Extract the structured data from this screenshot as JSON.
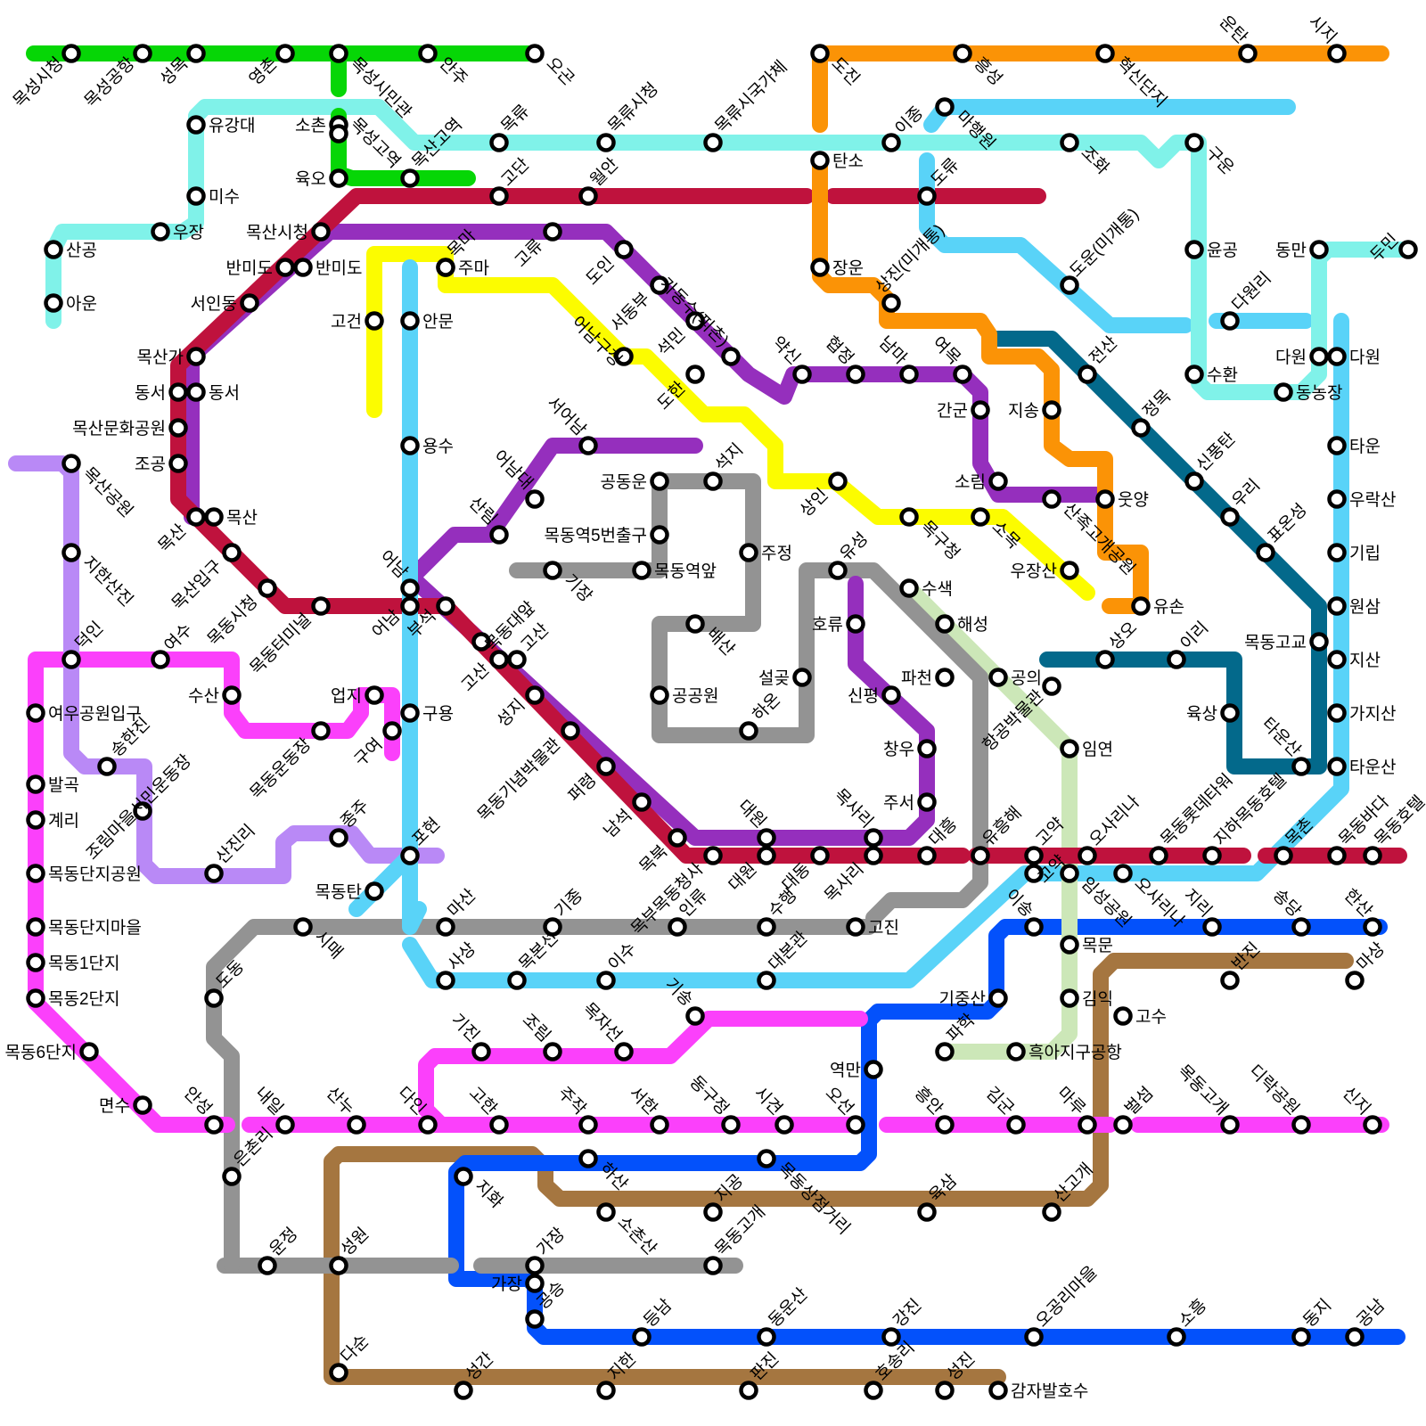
{
  "colors": {
    "green": "#06d606",
    "orange": "#fb9306",
    "cyan_light": "#80f2e9",
    "sky": "#59d3f8",
    "crimson": "#bf123d",
    "purple": "#952fbd",
    "yellow": "#fcfc00",
    "gray": "#939393",
    "lavender": "#b989f6",
    "magenta": "#fb40fb",
    "teal": "#03698b",
    "pale_green": "#cce7b8",
    "blue": "#0351fb",
    "brown": "#a57640"
  },
  "stations": [
    {
      "id": "s001",
      "name": "목성시청"
    },
    {
      "id": "s002",
      "name": "목성공항"
    },
    {
      "id": "s003",
      "name": "성목"
    },
    {
      "id": "s004",
      "name": "영촌"
    },
    {
      "id": "s005",
      "name": "목성시민관"
    },
    {
      "id": "s006",
      "name": "안주"
    },
    {
      "id": "s007",
      "name": "오곤"
    },
    {
      "id": "s008",
      "name": "도진"
    },
    {
      "id": "s009",
      "name": "흥성"
    },
    {
      "id": "s010",
      "name": "혁신단지"
    },
    {
      "id": "s011",
      "name": "운탄"
    },
    {
      "id": "s012",
      "name": "시지"
    },
    {
      "id": "s013",
      "name": "유강대"
    },
    {
      "id": "s014",
      "name": "소촌"
    },
    {
      "id": "s015",
      "name": "목성고역"
    },
    {
      "id": "s016",
      "name": "목류"
    },
    {
      "id": "s017",
      "name": "목류시청"
    },
    {
      "id": "s018",
      "name": "목류시국가체"
    },
    {
      "id": "s019",
      "name": "이종"
    },
    {
      "id": "s020",
      "name": "마행원"
    },
    {
      "id": "s021",
      "name": "조화"
    },
    {
      "id": "s022",
      "name": "구운"
    },
    {
      "id": "s023",
      "name": "육오"
    },
    {
      "id": "s024",
      "name": "목산고역"
    },
    {
      "id": "s025",
      "name": "고단"
    },
    {
      "id": "s026",
      "name": "월안"
    },
    {
      "id": "s027",
      "name": "탄소"
    },
    {
      "id": "s028",
      "name": "도류"
    },
    {
      "id": "s029",
      "name": "미수"
    },
    {
      "id": "s030",
      "name": "우장"
    },
    {
      "id": "s031",
      "name": "목산시청"
    },
    {
      "id": "s032",
      "name": "고류"
    },
    {
      "id": "s033",
      "name": "도인"
    },
    {
      "id": "s034",
      "name": "도운(미개통)"
    },
    {
      "id": "s035",
      "name": "산공"
    },
    {
      "id": "s036",
      "name": "윤공"
    },
    {
      "id": "s037",
      "name": "동만"
    },
    {
      "id": "s038",
      "name": "두민"
    },
    {
      "id": "s039",
      "name": "반미도"
    },
    {
      "id": "s040",
      "name": "반미도"
    },
    {
      "id": "s041",
      "name": "목마"
    },
    {
      "id": "s042",
      "name": "주마"
    },
    {
      "id": "s043",
      "name": "장운"
    },
    {
      "id": "s044",
      "name": "상진(미개통)"
    },
    {
      "id": "s045",
      "name": "서인동"
    },
    {
      "id": "s046",
      "name": "서동부"
    },
    {
      "id": "s047",
      "name": "다원리"
    },
    {
      "id": "s048",
      "name": "아운"
    },
    {
      "id": "s049",
      "name": "고건"
    },
    {
      "id": "s050",
      "name": "안문"
    },
    {
      "id": "s051",
      "name": "석민"
    },
    {
      "id": "s052",
      "name": "가동수(피촌)"
    },
    {
      "id": "s053",
      "name": "목산가"
    },
    {
      "id": "s054",
      "name": "어남구청"
    },
    {
      "id": "s055",
      "name": "도한"
    },
    {
      "id": "s056",
      "name": "약신"
    },
    {
      "id": "s057",
      "name": "협정"
    },
    {
      "id": "s058",
      "name": "남마"
    },
    {
      "id": "s059",
      "name": "여목"
    },
    {
      "id": "s060",
      "name": "전산"
    },
    {
      "id": "s061",
      "name": "다원"
    },
    {
      "id": "s062",
      "name": "다원"
    },
    {
      "id": "s063",
      "name": "수환"
    },
    {
      "id": "s064",
      "name": "동농장"
    },
    {
      "id": "s065",
      "name": "동서"
    },
    {
      "id": "s066",
      "name": "동서"
    },
    {
      "id": "s067",
      "name": "간군"
    },
    {
      "id": "s068",
      "name": "지송"
    },
    {
      "id": "s069",
      "name": "정목"
    },
    {
      "id": "s070",
      "name": "목산문화공원"
    },
    {
      "id": "s071",
      "name": "서어남"
    },
    {
      "id": "s072",
      "name": "타운"
    },
    {
      "id": "s073",
      "name": "용수"
    },
    {
      "id": "s074",
      "name": "조공"
    },
    {
      "id": "s075",
      "name": "어남대"
    },
    {
      "id": "s076",
      "name": "공동운"
    },
    {
      "id": "s077",
      "name": "석지"
    },
    {
      "id": "s078",
      "name": "상인"
    },
    {
      "id": "s079",
      "name": "소림"
    },
    {
      "id": "s080",
      "name": "신풍탄"
    },
    {
      "id": "s081",
      "name": "목산공원"
    },
    {
      "id": "s082",
      "name": "산림"
    },
    {
      "id": "s083",
      "name": "산족고개공원"
    },
    {
      "id": "s084",
      "name": "웃양"
    },
    {
      "id": "s085",
      "name": "우리"
    },
    {
      "id": "s086",
      "name": "우락산"
    },
    {
      "id": "s087",
      "name": "목산"
    },
    {
      "id": "s088",
      "name": "목산"
    },
    {
      "id": "s089",
      "name": "목동역5번출구"
    },
    {
      "id": "s090",
      "name": "목구청"
    },
    {
      "id": "s091",
      "name": "소목"
    },
    {
      "id": "s092",
      "name": "표온성"
    },
    {
      "id": "s093",
      "name": "기립"
    },
    {
      "id": "s094",
      "name": "목산입구"
    },
    {
      "id": "s095",
      "name": "지한산진"
    },
    {
      "id": "s096",
      "name": "기장"
    },
    {
      "id": "s097",
      "name": "목동역앞"
    },
    {
      "id": "s098",
      "name": "주정"
    },
    {
      "id": "s099",
      "name": "유성"
    },
    {
      "id": "s100",
      "name": "우장산"
    },
    {
      "id": "s101",
      "name": "목동시청"
    },
    {
      "id": "s102",
      "name": "어남"
    },
    {
      "id": "s103",
      "name": "수색"
    },
    {
      "id": "s104",
      "name": "유손"
    },
    {
      "id": "s105",
      "name": "원삼"
    },
    {
      "id": "s106",
      "name": "목동터미널"
    },
    {
      "id": "s107",
      "name": "어남"
    },
    {
      "id": "s108",
      "name": "부석"
    },
    {
      "id": "s109",
      "name": "호류"
    },
    {
      "id": "s110",
      "name": "해성"
    },
    {
      "id": "s111",
      "name": "배산"
    },
    {
      "id": "s112",
      "name": "목동고교"
    },
    {
      "id": "s113",
      "name": "덕인"
    },
    {
      "id": "s114",
      "name": "여수"
    },
    {
      "id": "s115",
      "name": "목동대앞"
    },
    {
      "id": "s116",
      "name": "고산"
    },
    {
      "id": "s117",
      "name": "고산"
    },
    {
      "id": "s118",
      "name": "상오"
    },
    {
      "id": "s119",
      "name": "이리"
    },
    {
      "id": "s120",
      "name": "지산"
    },
    {
      "id": "s121",
      "name": "파천"
    },
    {
      "id": "s122",
      "name": "공의"
    },
    {
      "id": "s123",
      "name": "설곶"
    },
    {
      "id": "s124",
      "name": "공공원"
    },
    {
      "id": "s125",
      "name": "수산"
    },
    {
      "id": "s126",
      "name": "업지"
    },
    {
      "id": "s127",
      "name": "신평"
    },
    {
      "id": "s128",
      "name": "여우공원입구"
    },
    {
      "id": "s129",
      "name": "구용"
    },
    {
      "id": "s130",
      "name": "성지"
    },
    {
      "id": "s131",
      "name": "육상"
    },
    {
      "id": "s132",
      "name": "항공박물관"
    },
    {
      "id": "s133",
      "name": "가지산"
    },
    {
      "id": "s134",
      "name": "하온"
    },
    {
      "id": "s135",
      "name": "목동운동장"
    },
    {
      "id": "s136",
      "name": "목동기념박물관"
    },
    {
      "id": "s137",
      "name": "구여"
    },
    {
      "id": "s138",
      "name": "창우"
    },
    {
      "id": "s139",
      "name": "임연"
    },
    {
      "id": "s140",
      "name": "송한진"
    },
    {
      "id": "s141",
      "name": "퍼령"
    },
    {
      "id": "s142",
      "name": "타운산"
    },
    {
      "id": "s143",
      "name": "타운산"
    },
    {
      "id": "s144",
      "name": "발곡"
    },
    {
      "id": "s145",
      "name": "조림마을시민운동장"
    },
    {
      "id": "s146",
      "name": "주서"
    },
    {
      "id": "s147",
      "name": "남석"
    },
    {
      "id": "s148",
      "name": "목동롯데타워"
    },
    {
      "id": "s149",
      "name": "지하목동호텔"
    },
    {
      "id": "s150",
      "name": "계리"
    },
    {
      "id": "s151",
      "name": "종주"
    },
    {
      "id": "s152",
      "name": "목북"
    },
    {
      "id": "s153",
      "name": "대원"
    },
    {
      "id": "s154",
      "name": "목사리"
    },
    {
      "id": "s155",
      "name": "오사리나"
    },
    {
      "id": "s156",
      "name": "산진리"
    },
    {
      "id": "s157",
      "name": "포현"
    },
    {
      "id": "s158",
      "name": "목부목동청사"
    },
    {
      "id": "s159",
      "name": "대원"
    },
    {
      "id": "s160",
      "name": "대동"
    },
    {
      "id": "s161",
      "name": "목사리"
    },
    {
      "id": "s162",
      "name": "대흥"
    },
    {
      "id": "s163",
      "name": "유흥해"
    },
    {
      "id": "s164",
      "name": "고약"
    },
    {
      "id": "s165",
      "name": "목촌"
    },
    {
      "id": "s166",
      "name": "목동바다"
    },
    {
      "id": "s167",
      "name": "목동호텔"
    },
    {
      "id": "s168",
      "name": "목동단지공원"
    },
    {
      "id": "s169",
      "name": "고약"
    },
    {
      "id": "s170",
      "name": "임성공원"
    },
    {
      "id": "s171",
      "name": "오사리나"
    },
    {
      "id": "s172",
      "name": "목동탄"
    },
    {
      "id": "s173",
      "name": "시매"
    },
    {
      "id": "s174",
      "name": "마산"
    },
    {
      "id": "s175",
      "name": "기종"
    },
    {
      "id": "s176",
      "name": "인류"
    },
    {
      "id": "s177",
      "name": "수행"
    },
    {
      "id": "s178",
      "name": "고진"
    },
    {
      "id": "s179",
      "name": "이송"
    },
    {
      "id": "s180",
      "name": "지리"
    },
    {
      "id": "s181",
      "name": "송당"
    },
    {
      "id": "s182",
      "name": "한산"
    },
    {
      "id": "s183",
      "name": "목동단지마을"
    },
    {
      "id": "s184",
      "name": "목문"
    },
    {
      "id": "s185",
      "name": "목동1단지"
    },
    {
      "id": "s186",
      "name": "사상"
    },
    {
      "id": "s187",
      "name": "목본선"
    },
    {
      "id": "s188",
      "name": "이수"
    },
    {
      "id": "s189",
      "name": "대본관"
    },
    {
      "id": "s190",
      "name": "반진"
    },
    {
      "id": "s191",
      "name": "마상"
    },
    {
      "id": "s192",
      "name": "도동"
    },
    {
      "id": "s193",
      "name": "목동2단지"
    },
    {
      "id": "s194",
      "name": "기송"
    },
    {
      "id": "s195",
      "name": "기중산"
    },
    {
      "id": "s196",
      "name": "김익"
    },
    {
      "id": "s197",
      "name": "고수"
    },
    {
      "id": "s198",
      "name": "기진"
    },
    {
      "id": "s199",
      "name": "조림"
    },
    {
      "id": "s200",
      "name": "목자선"
    },
    {
      "id": "s201",
      "name": "파학"
    },
    {
      "id": "s202",
      "name": "흑아지구공항"
    },
    {
      "id": "s203",
      "name": "목동6단지"
    },
    {
      "id": "s204",
      "name": "역만"
    },
    {
      "id": "s205",
      "name": "면수"
    },
    {
      "id": "s206",
      "name": "안성"
    },
    {
      "id": "s207",
      "name": "내일"
    },
    {
      "id": "s208",
      "name": "산누"
    },
    {
      "id": "s209",
      "name": "다인"
    },
    {
      "id": "s210",
      "name": "고한"
    },
    {
      "id": "s211",
      "name": "주작"
    },
    {
      "id": "s212",
      "name": "서한"
    },
    {
      "id": "s213",
      "name": "동구정"
    },
    {
      "id": "s214",
      "name": "시견"
    },
    {
      "id": "s215",
      "name": "오선"
    },
    {
      "id": "s216",
      "name": "흥안"
    },
    {
      "id": "s217",
      "name": "김군"
    },
    {
      "id": "s218",
      "name": "마루"
    },
    {
      "id": "s219",
      "name": "벌섬"
    },
    {
      "id": "s220",
      "name": "목동고개"
    },
    {
      "id": "s221",
      "name": "디락공원"
    },
    {
      "id": "s222",
      "name": "신지"
    },
    {
      "id": "s223",
      "name": "하산"
    },
    {
      "id": "s224",
      "name": "목동상점거리"
    },
    {
      "id": "s225",
      "name": "은촌리"
    },
    {
      "id": "s226",
      "name": "지화"
    },
    {
      "id": "s227",
      "name": "소촌산"
    },
    {
      "id": "s228",
      "name": "지공"
    },
    {
      "id": "s229",
      "name": "육삼"
    },
    {
      "id": "s230",
      "name": "산고개"
    },
    {
      "id": "s231",
      "name": "운정"
    },
    {
      "id": "s232",
      "name": "성원"
    },
    {
      "id": "s233",
      "name": "가장"
    },
    {
      "id": "s234",
      "name": "목동고개"
    },
    {
      "id": "s235",
      "name": "가장"
    },
    {
      "id": "s236",
      "name": "공승"
    },
    {
      "id": "s237",
      "name": "등남"
    },
    {
      "id": "s238",
      "name": "동운산"
    },
    {
      "id": "s239",
      "name": "강진"
    },
    {
      "id": "s240",
      "name": "오공리마을"
    },
    {
      "id": "s241",
      "name": "소흥"
    },
    {
      "id": "s242",
      "name": "동지"
    },
    {
      "id": "s243",
      "name": "공남"
    },
    {
      "id": "s244",
      "name": "다순"
    },
    {
      "id": "s245",
      "name": "성간"
    },
    {
      "id": "s246",
      "name": "지한"
    },
    {
      "id": "s247",
      "name": "판진"
    },
    {
      "id": "s248",
      "name": "호송리"
    },
    {
      "id": "s249",
      "name": "성진"
    },
    {
      "id": "s250",
      "name": "감자발호수"
    }
  ]
}
